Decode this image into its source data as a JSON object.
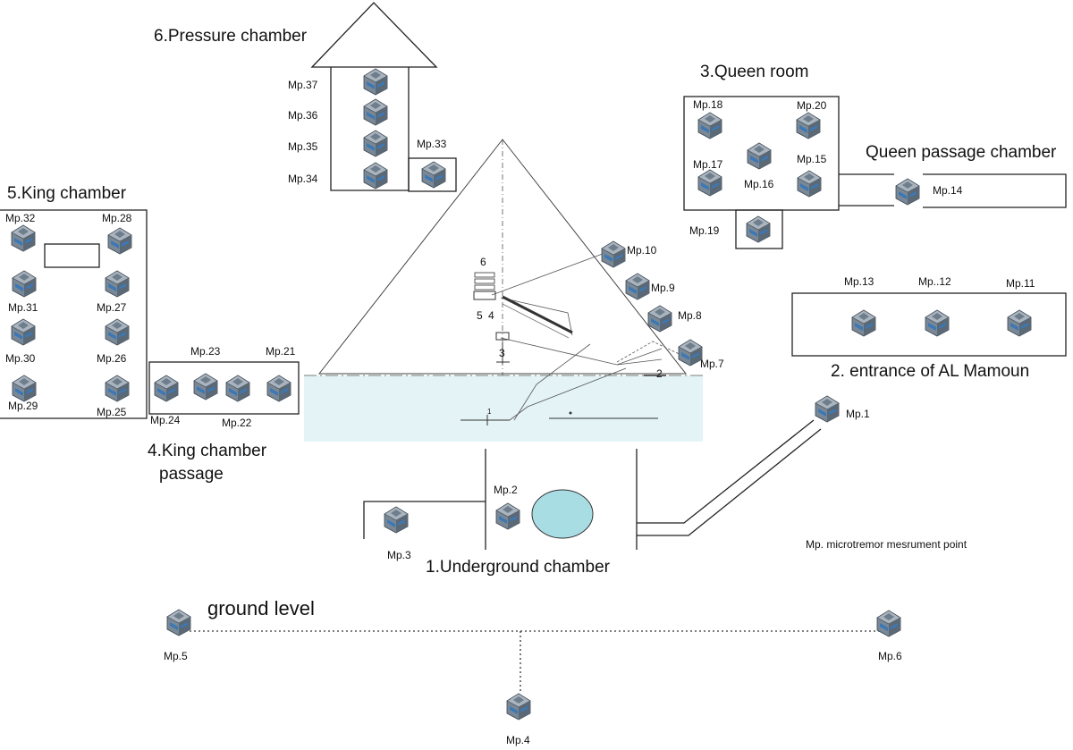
{
  "sections": {
    "pressure_chamber": "6.Pressure chamber",
    "queen_room": "3.Queen room",
    "queen_passage": "Queen passage chamber",
    "king_chamber": "5.King chamber",
    "entrance": "2. entrance of AL Mamoun",
    "king_passage_line1": "4.King chamber",
    "king_passage_line2": "passage",
    "underground": "1.Underground chamber",
    "ground_level": "ground level"
  },
  "legend": "Mp. microtremor mesrument point",
  "pyramid_numbers": [
    "6",
    "5",
    "4",
    "3",
    "2",
    "1"
  ],
  "points": {
    "mp1": "Mp.1",
    "mp2": "Mp.2",
    "mp3": "Mp.3",
    "mp4": "Mp.4",
    "mp5": "Mp.5",
    "mp6": "Mp.6",
    "mp7": "Mp.7",
    "mp8": "Mp.8",
    "mp9": "Mp.9",
    "mp10": "Mp.10",
    "mp11": "Mp.11",
    "mp12": "Mp..12",
    "mp13": "Mp.13",
    "mp14": "Mp.14",
    "mp15": "Mp.15",
    "mp16": "Mp.16",
    "mp17": "Mp.17",
    "mp18": "Mp.18",
    "mp19": "Mp.19",
    "mp20": "Mp.20",
    "mp21": "Mp.21",
    "mp22": "Mp.22",
    "mp23": "Mp.23",
    "mp24": "Mp.24",
    "mp25": "Mp.25",
    "mp26": "Mp.26",
    "mp27": "Mp.27",
    "mp28": "Mp.28",
    "mp29": "Mp.29",
    "mp30": "Mp.30",
    "mp31": "Mp.31",
    "mp32": "Mp.32",
    "mp33": "Mp.33",
    "mp34": "Mp.34",
    "mp35": "Mp.35",
    "mp36": "Mp.36",
    "mp37": "Mp.37"
  },
  "colors": {
    "ground_fill": "#e4f3f6",
    "pool_fill": "#a9dde4",
    "device_body": "#6f7e8c",
    "device_screen": "#3c78b4"
  }
}
